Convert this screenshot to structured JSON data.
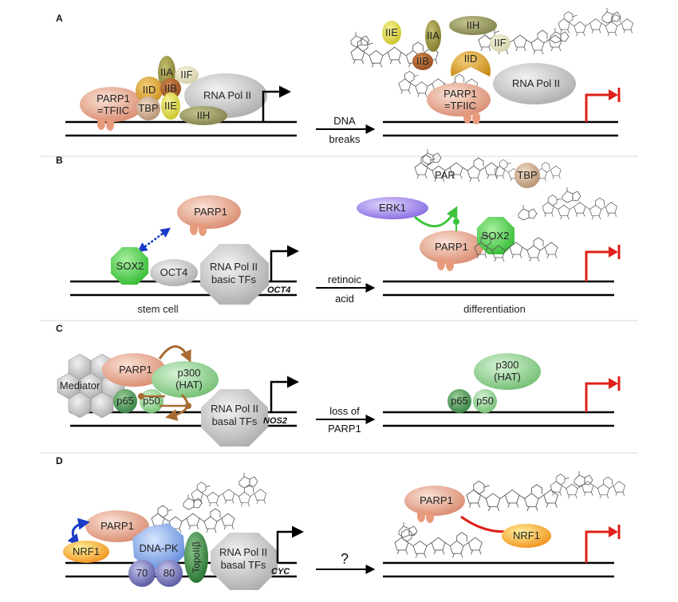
{
  "panels": {
    "A": {
      "letter": "A",
      "left": {
        "parp1": [
          "PARP1",
          "=TFIIC"
        ],
        "tfs": [
          "IIA",
          "IIF",
          "IID",
          "IIB",
          "TBP",
          "IIE",
          "IIH"
        ],
        "polii": "RNA Pol II"
      },
      "arrow_text": [
        "DNA",
        "breaks"
      ],
      "right": {
        "tfs": [
          "IIE",
          "IIA",
          "IIH",
          "IIF",
          "IIB",
          "IID"
        ],
        "parp1": [
          "PARP1",
          "=TFIIC"
        ],
        "polii": "RNA Pol II"
      }
    },
    "B": {
      "letter": "B",
      "left": {
        "parp1": "PARP1",
        "sox2": "SOX2",
        "oct4": "OCT4",
        "polii": [
          "RNA Pol II",
          "basic TFs"
        ],
        "gene": "OCT4",
        "caption": "stem cell"
      },
      "arrow_text": [
        "retinoic",
        "acid"
      ],
      "right": {
        "par": "PAR",
        "tbp": "TBP",
        "erk1": "ERK1",
        "parp1": "PARP1",
        "sox2": "SOX2",
        "caption": "differentiation"
      }
    },
    "C": {
      "letter": "C",
      "left": {
        "mediator": "Mediator",
        "parp1": "PARP1",
        "p300": [
          "p300",
          "(HAT)"
        ],
        "p65": "p65",
        "p50": "p50",
        "polii": [
          "RNA Pol II",
          "basal TFs"
        ],
        "gene": "NOS2"
      },
      "arrow_text": [
        "loss of",
        "PARP1"
      ],
      "right": {
        "p300": [
          "p300",
          "(HAT)"
        ],
        "p65": "p65",
        "p50": "p50"
      }
    },
    "D": {
      "letter": "D",
      "left": {
        "parp1": "PARP1",
        "nrf1": "NRF1",
        "dnapk": "DNA-PK",
        "k70": "70",
        "k80": "80",
        "topo": "TopoIIβ",
        "polii": [
          "RNA Pol II",
          "basal TFs"
        ],
        "gene": "CYC"
      },
      "arrow_text": "?",
      "right": {
        "parp1": "PARP1",
        "nrf1": "NRF1"
      }
    }
  },
  "colors": {
    "active_arrow": "#000000",
    "repressed_arrow": "#e0201a",
    "parp1": "#e8a48a",
    "sox2": "#44d044",
    "erk1": "#9b7fe8",
    "green_complex": "#7cc87c",
    "mediator": "#b0b0b0",
    "polii": "#cfcfcf",
    "nrf1": "#f5a623",
    "dnapk": "#7fa6e8",
    "ku": "#6a6ab8",
    "topo": "#2f7d3a"
  }
}
